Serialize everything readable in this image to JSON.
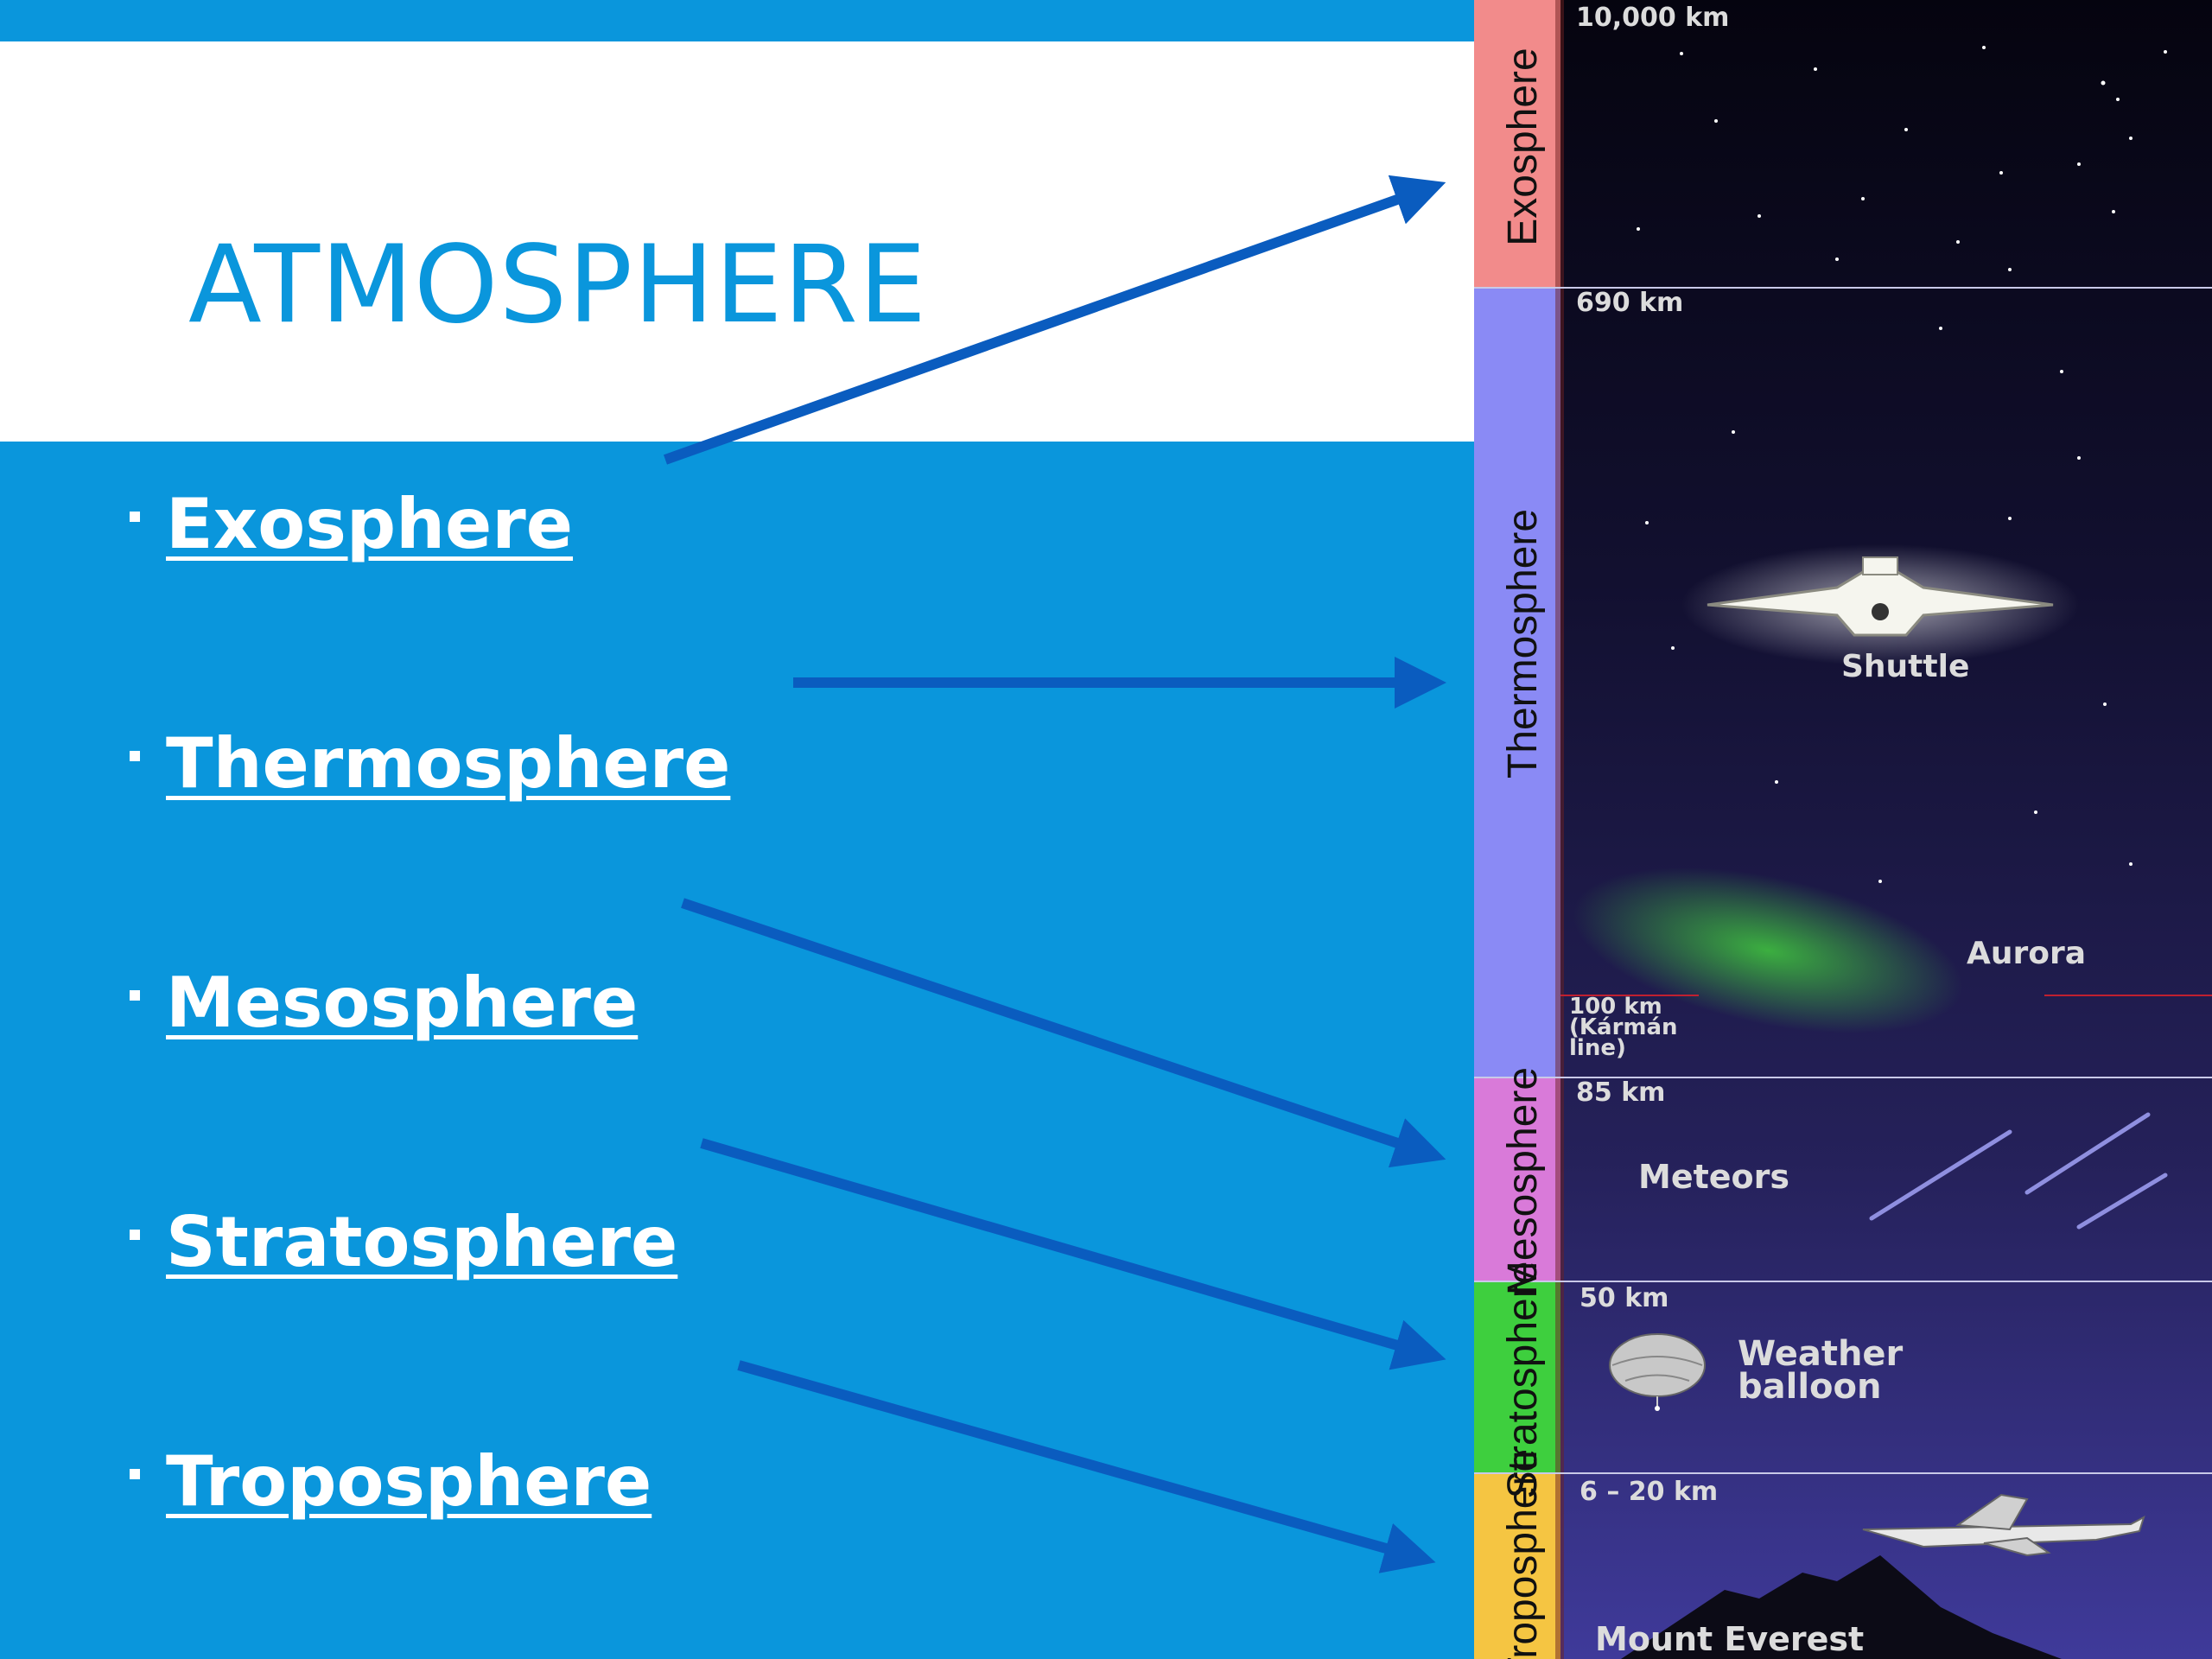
{
  "slide": {
    "title": "ATMOSPHERE",
    "bullets": [
      {
        "label": "Exosphere"
      },
      {
        "label": "Thermosphere"
      },
      {
        "label": "Mesosphere"
      },
      {
        "label": "Stratosphere"
      },
      {
        "label": "Troposphere"
      }
    ]
  },
  "diagram": {
    "layers": [
      {
        "name": "Exosphere",
        "color": "#f28b8b",
        "altitude_label": "10,000 km"
      },
      {
        "name": "Thermosphere",
        "color": "#8a8af5",
        "altitude_label": "690 km"
      },
      {
        "name": "Mesosphere",
        "color": "#d97ad9",
        "altitude_label": "85 km"
      },
      {
        "name": "Stratosphere",
        "color": "#3ecf3e",
        "altitude_label": "50 km"
      },
      {
        "name": "Troposphere",
        "color": "#f5c542",
        "altitude_label": "6 – 20 km"
      }
    ],
    "karman_line": {
      "line1": "100 km",
      "line2": "(Kármán",
      "line3": "line)"
    },
    "objects": {
      "shuttle": "Shuttle",
      "aurora": "Aurora",
      "meteors": "Meteors",
      "balloon_line1": "Weather",
      "balloon_line2": "balloon",
      "everest": "Mount Everest"
    }
  },
  "colors": {
    "background": "#0a96dc",
    "arrow": "#0a5cbf",
    "title": "#0a96dc"
  }
}
